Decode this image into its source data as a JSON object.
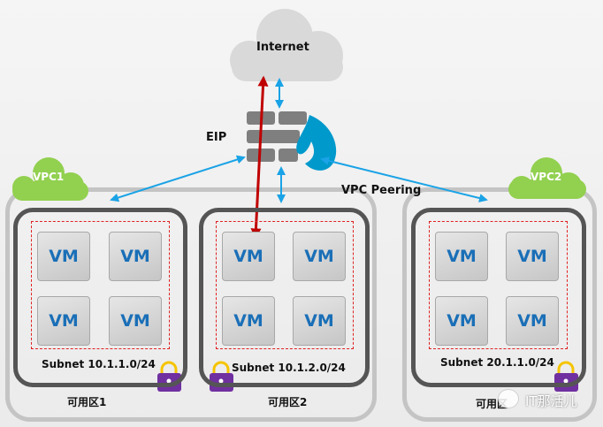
{
  "internet": {
    "label": "Internet",
    "icon": "cloud-icon"
  },
  "firewall": {
    "icon": "firewall-icon",
    "eip_label": "EIP"
  },
  "peering": {
    "label": "VPC Peering"
  },
  "colors": {
    "vm_text": "#1a6fb7",
    "peering_arrow": "#1aa3e6",
    "eip_arrow": "#c00000",
    "vpc_cloud": "#8fd14f",
    "lock": "#7030a0",
    "subnet_border": "#e02020"
  },
  "vpcs": [
    {
      "name": "VPC1",
      "zones": [
        {
          "label": "可用区1",
          "subnet": "Subnet 10.1.1.0/24",
          "vms": [
            "VM",
            "VM",
            "VM",
            "VM"
          ]
        },
        {
          "label": "可用区2",
          "subnet": "Subnet 10.1.2.0/24",
          "vms": [
            "VM",
            "VM",
            "VM",
            "VM"
          ]
        }
      ]
    },
    {
      "name": "VPC2",
      "zones": [
        {
          "label": "可用区",
          "subnet": "Subnet 20.1.1.0/24",
          "vms": [
            "VM",
            "VM",
            "VM",
            "VM"
          ]
        }
      ]
    }
  ],
  "watermark": "IT那活儿"
}
